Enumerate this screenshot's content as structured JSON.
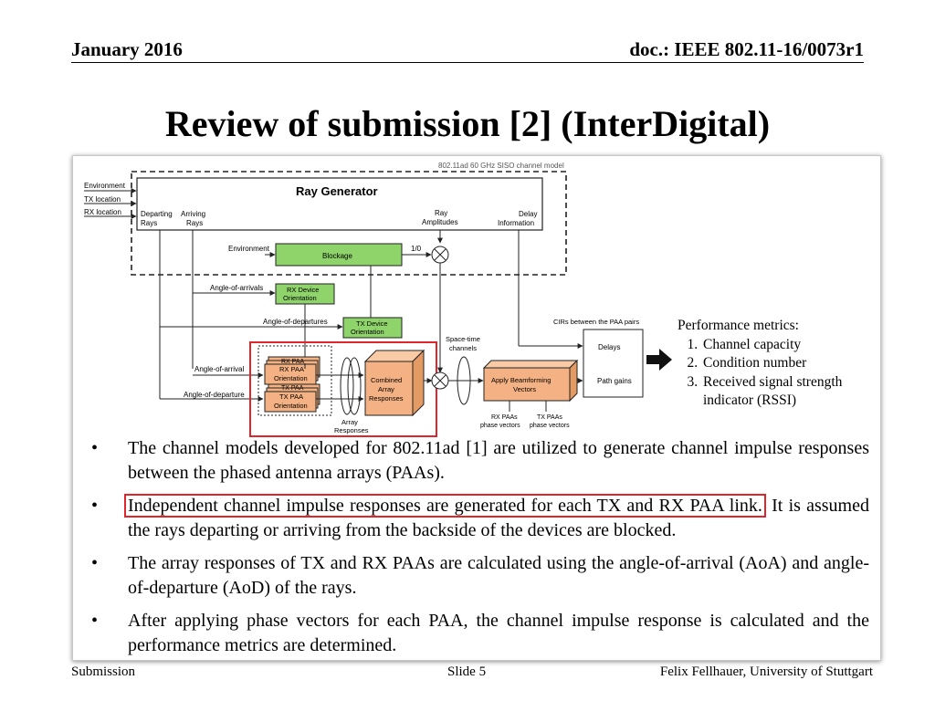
{
  "header": {
    "date": "January 2016",
    "doc": "doc.: IEEE 802.11-16/0073r1"
  },
  "title": "Review of submission [2] (InterDigital)",
  "diagram": {
    "model_label": "802.11ad 60 GHz SISO channel model",
    "ray_generator": "Ray Generator",
    "inputs": [
      "Environment",
      "TX location",
      "RX location"
    ],
    "departing_rays": [
      "Departing",
      "Rays"
    ],
    "arriving_rays": [
      "Arriving",
      "Rays"
    ],
    "ray_amplitudes": [
      "Ray",
      "Amplitudes"
    ],
    "delay_information": [
      "Delay",
      "Information"
    ],
    "environment": "Environment",
    "blockage": "Blockage",
    "one_zero": "1/0",
    "angle_of_arrivals": "Angle-of-arrivals",
    "rx_device_orientation": [
      "RX Device",
      "Orientation"
    ],
    "angle_of_departures": "Angle-of-departures",
    "tx_device_orientation": [
      "TX Device",
      "Orientation"
    ],
    "angle_of_arrival": "Angle-of-arrival",
    "angle_of_departure": "Angle-of-departure",
    "rx_paa": "RX PAA",
    "rx_paa_orientation": [
      "RX PAA",
      "Orientation"
    ],
    "tx_paa": "TX PAA",
    "tx_paa_orientation": [
      "TX PAA",
      "Orientation"
    ],
    "array_responses": [
      "Array",
      "Responses"
    ],
    "combined_array_responses": [
      "Combined",
      "Array",
      "Responses"
    ],
    "space_time_channels": [
      "Space-time",
      "channels"
    ],
    "apply_beamforming": [
      "Apply Beamforming",
      "Vectors"
    ],
    "rx_paas_phase": [
      "RX PAAs",
      "phase vectors"
    ],
    "tx_paas_phase": [
      "TX PAAs",
      "phase vectors"
    ],
    "cirs_between": "CIRs between the PAA pairs",
    "delays": "Delays",
    "path_gains": "Path gains"
  },
  "performance": {
    "title": "Performance metrics:",
    "items": [
      "Channel capacity",
      "Condition number",
      "Received signal strength indicator (RSSI)"
    ]
  },
  "bullets": [
    {
      "mark": "•",
      "text": "The channel models developed for 802.11ad [1] are utilized to generate channel impulse responses between the phased antenna arrays (PAAs)."
    },
    {
      "mark": "•",
      "highlight": "Independent channel impulse responses are generated for each TX and RX PAA link.",
      "text": " It is assumed the rays departing or arriving from the backside of the devices are blocked."
    },
    {
      "mark": "•",
      "text": "The array responses of TX and RX PAAs are calculated using the angle-of-arrival (AoA) and angle-of-departure (AoD) of the rays."
    },
    {
      "mark": "•",
      "text": "After applying phase vectors for each PAA, the channel impulse response is calculated and the performance metrics are determined."
    }
  ],
  "footer": {
    "left": "Submission",
    "middle": "Slide 5",
    "right": "Felix Fellhauer, University of Stuttgart"
  },
  "colors": {
    "green_box": "#8fd36b",
    "orange_box": "#f4b183",
    "red_highlight": "#e0262a"
  }
}
